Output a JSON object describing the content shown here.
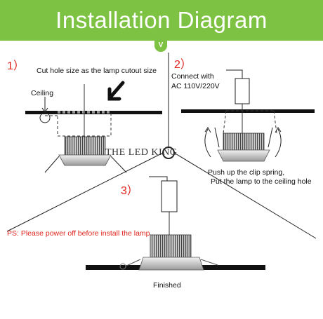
{
  "header": {
    "title": "Installation Diagram",
    "badge": "V"
  },
  "colors": {
    "header_bg": "#7dc242",
    "accent_red": "#e0231c",
    "line": "#1a1a1a"
  },
  "steps": [
    {
      "number": "1）",
      "caption": "Cut hole size as the lamp cutout size",
      "label": "Ceiling"
    },
    {
      "number": "2）",
      "caption_line1": "Connect with",
      "caption_line2": "AC 110V/220V",
      "note_line1": "Push up the clip spring,",
      "note_line2": "Put the lamp to the ceiling hole"
    },
    {
      "number": "3）",
      "caption": "Finished"
    }
  ],
  "watermark": "THE LED KING",
  "warning": "PS: Please power off before install the lamp"
}
